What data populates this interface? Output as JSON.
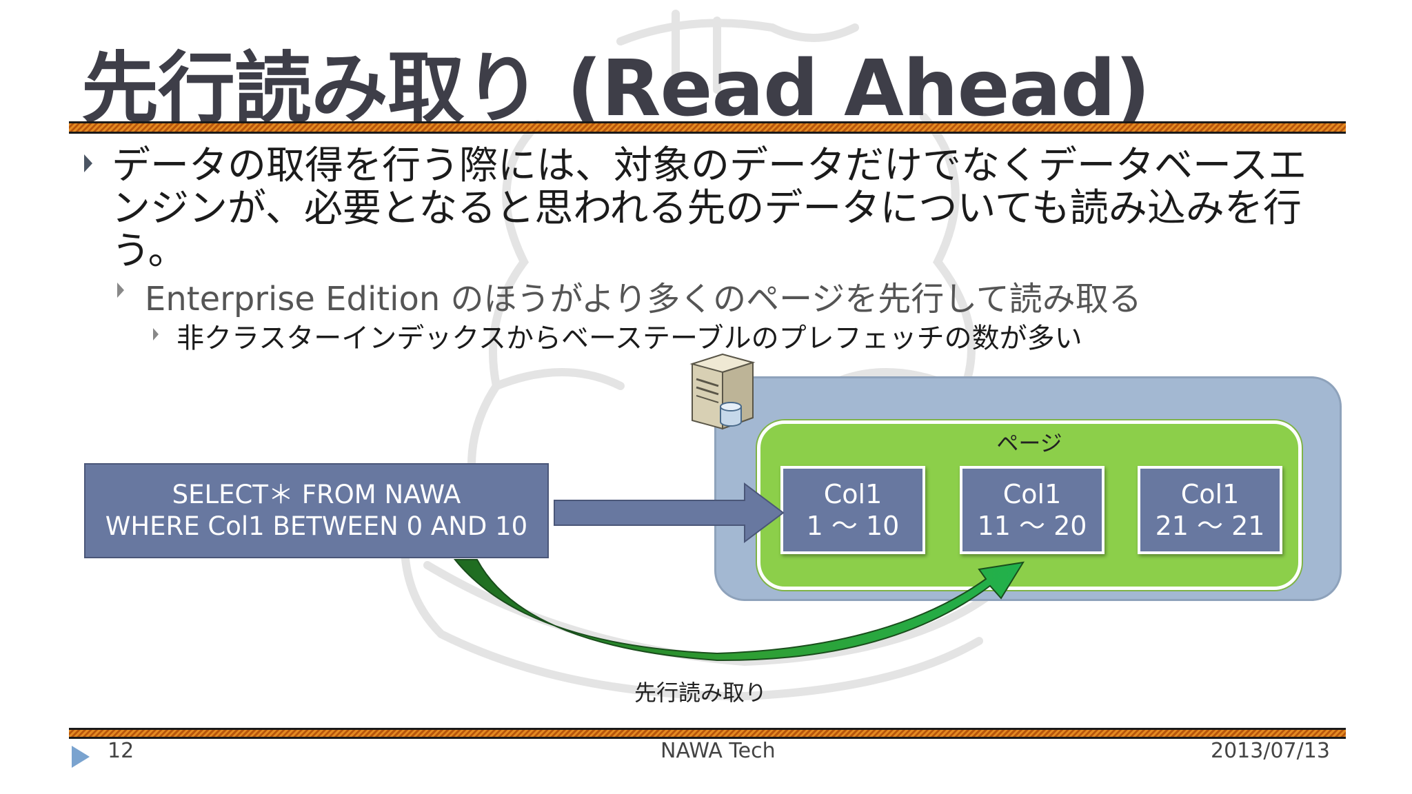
{
  "slide": {
    "title": {
      "prefix": "先行読み取り (",
      "r": "R",
      "ead": "ead ",
      "a": "A",
      "head": "head)"
    },
    "bullets": [
      "データの取得を行う際には、対象のデータだけでなくデータベースエンジンが、必要となると思われる先のデータについても読み込みを行う。",
      "Enterprise Edition のほうがより多くのページを先行して読み取る",
      "非クラスターインデックスからベーステーブルのプレフェッチの数が多い"
    ]
  },
  "diagram": {
    "query_line1": "SELECT＊ FROM NAWA",
    "query_line2": "WHERE Col1 BETWEEN 0 AND 10",
    "page_label": "ページ",
    "columns": [
      {
        "name": "Col1",
        "range": "1 ～ 10"
      },
      {
        "name": "Col1",
        "range": "11 ～ 20"
      },
      {
        "name": "Col1",
        "range": "21 ～ 21"
      }
    ],
    "read_ahead_label": "先行読み取り",
    "server_icon": "database-server-icon"
  },
  "footer": {
    "page_number": "12",
    "center": "NAWA Tech",
    "date": "2013/07/13"
  },
  "colors": {
    "title": "#3e3e48",
    "box_fill": "#6878a0",
    "outer_fill": "#a3b8d2",
    "page_fill": "#8ccf4a",
    "rule_orange": "#e38a22",
    "arrow_green": "#1f8f2a"
  }
}
